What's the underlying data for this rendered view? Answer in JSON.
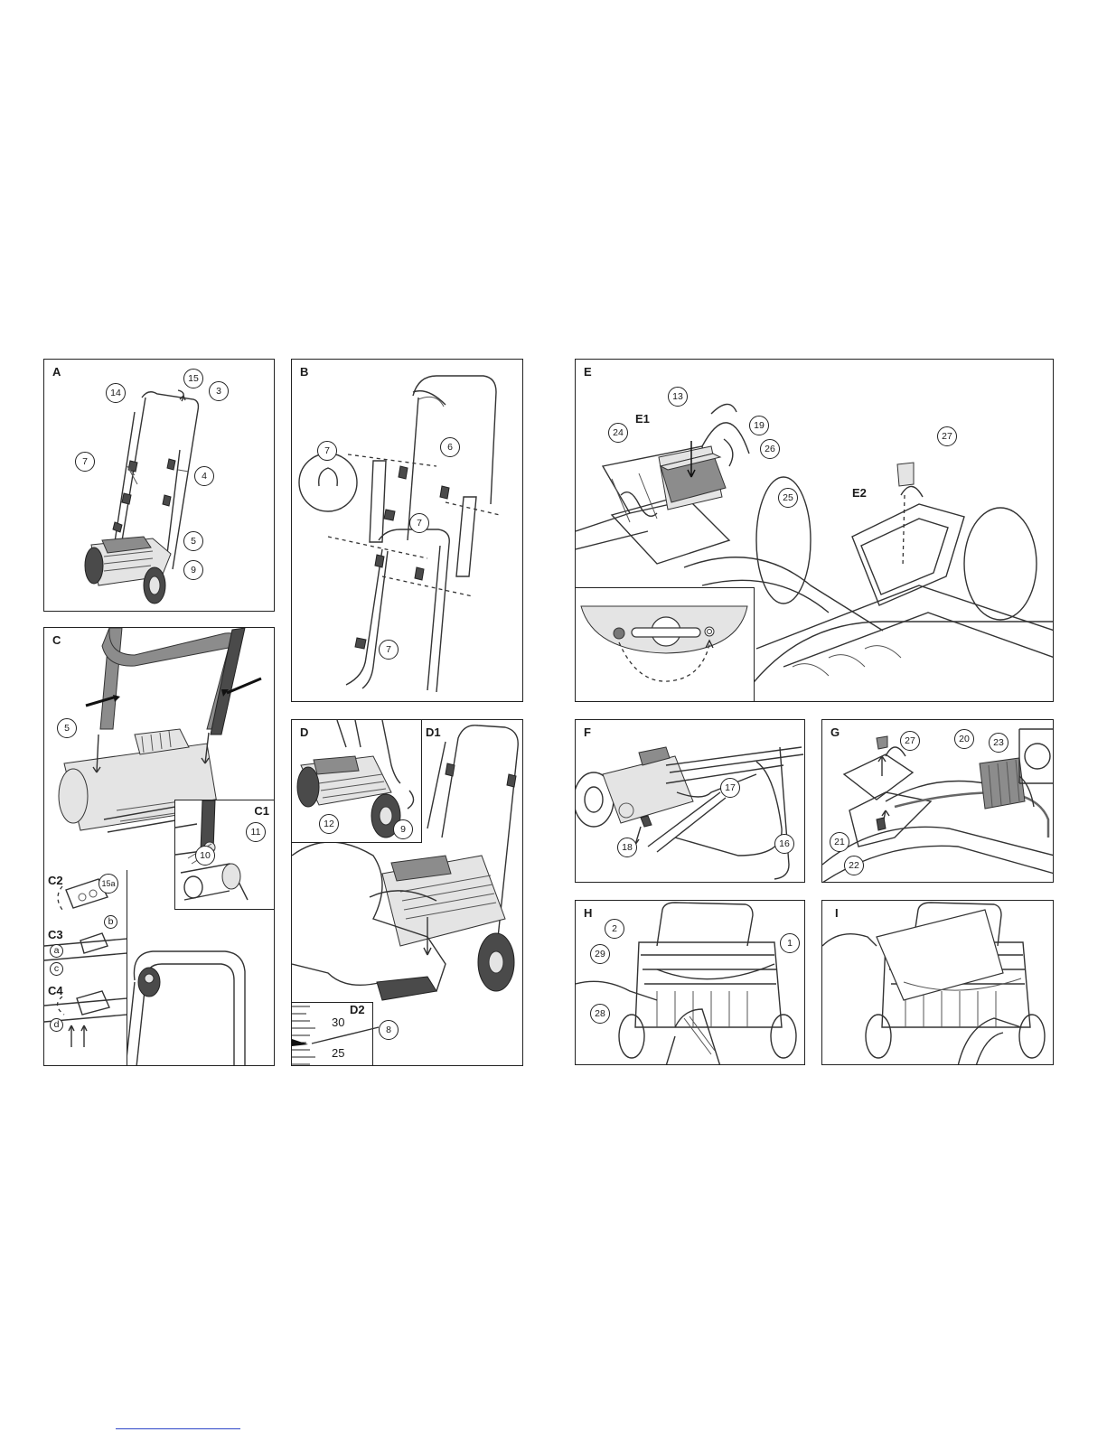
{
  "panels": {
    "A": {
      "label": "A",
      "callouts": [
        "14",
        "15",
        "3",
        "7",
        "4",
        "5",
        "9"
      ]
    },
    "B": {
      "label": "B",
      "callouts": [
        "7",
        "6",
        "7",
        "7"
      ]
    },
    "C": {
      "label": "C",
      "callouts": [
        "5"
      ],
      "sub": {
        "C1": {
          "label": "C1",
          "callouts": [
            "11",
            "10"
          ]
        },
        "C2": {
          "label": "C2",
          "callouts": [
            "15a"
          ],
          "letters": [
            "b"
          ]
        },
        "C3": {
          "label": "C3",
          "letters": [
            "a",
            "c"
          ]
        },
        "C4": {
          "label": "C4",
          "letters": [
            "d"
          ]
        }
      }
    },
    "D": {
      "label": "D",
      "callouts": [
        "12",
        "9",
        "8"
      ],
      "sub": {
        "D1": {
          "label": "D1"
        },
        "D2": {
          "label": "D2",
          "scale": [
            "30",
            "25"
          ]
        }
      }
    },
    "E": {
      "label": "E",
      "callouts": [
        "13",
        "24",
        "19",
        "26",
        "25",
        "27"
      ],
      "sub": {
        "E1": {
          "label": "E1"
        },
        "E2": {
          "label": "E2"
        }
      }
    },
    "F": {
      "label": "F",
      "callouts": [
        "17",
        "18",
        "16"
      ]
    },
    "G": {
      "label": "G",
      "callouts": [
        "27",
        "20",
        "23",
        "21",
        "22"
      ]
    },
    "H": {
      "label": "H",
      "callouts": [
        "2",
        "1",
        "29",
        "28"
      ]
    },
    "I": {
      "label": "I"
    }
  },
  "colors": {
    "line": "#222222",
    "fill_dark": "#4a4a4a",
    "fill_mid": "#8c8c8c",
    "link": "#2d46c8"
  }
}
